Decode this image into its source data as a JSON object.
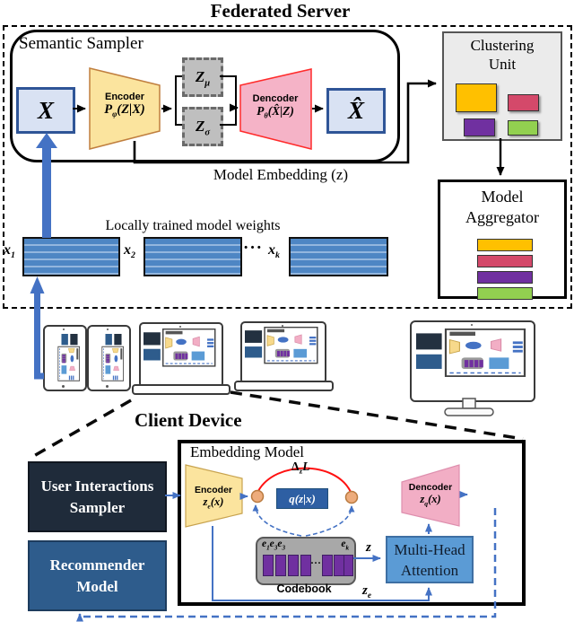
{
  "colors": {
    "arrow_blue": "#4472C4",
    "encoder_yellow": "#FBE49E",
    "decoder_pink": "#F5B3C7",
    "decoder_border_red": "#FF2B2B",
    "io_box_blue": "#D9E2F3",
    "io_border_blue": "#2F5597",
    "z_gray": "#BFBFBF",
    "cluster_yellow": "#FFC000",
    "cluster_crimson": "#D4496A",
    "cluster_purple": "#7030A0",
    "cluster_green": "#92D050",
    "sampler_dark": "#1F2B3A",
    "recommender_blue": "#2E5C8C",
    "q_box_blue": "#2E5FA3",
    "mha_blue": "#5B9BD5",
    "codebook_gray": "#A8A8A8",
    "loss_arc_red": "#FF1111",
    "node_orange": "#EDAC7C"
  },
  "server": {
    "title": "Federated Server",
    "sampler_label": "Semantic Sampler",
    "input": "X",
    "encoder": {
      "title": "Encoder",
      "base": "P",
      "sub": "φ",
      "args": "(Z|X)"
    },
    "z_mu": {
      "base": "Z",
      "sub": "μ"
    },
    "z_sigma": {
      "base": "Z",
      "sub": "σ"
    },
    "decoder": {
      "title": "Dencoder",
      "base": "P",
      "sub": "θ",
      "args": "(X̂|Z)"
    },
    "output": "X̂",
    "clustering": {
      "line1": "Clustering",
      "line2": "Unit"
    },
    "aggregator": {
      "line1": "Model",
      "line2": "Aggregator"
    },
    "embedding_label": "Model Embedding (z)",
    "weights_label": "Locally trained model weights",
    "weights": [
      {
        "base": "x",
        "sub": "1"
      },
      {
        "base": "x",
        "sub": "2"
      },
      {
        "base": "x",
        "sub": "k"
      }
    ],
    "weights_dots": "···"
  },
  "client": {
    "title": "Client Device",
    "embedding_label": "Embedding Model",
    "sampler": {
      "line1": "User Interactions",
      "line2": "Sampler"
    },
    "recommender": {
      "line1": "Recommender",
      "line2": "Model"
    },
    "encoder": {
      "title": "Encoder",
      "base": "z",
      "sub": "e",
      "args": "(x)"
    },
    "q_label": "q(z|x)",
    "delta": {
      "base": "Δ",
      "sub": "z",
      "tail": "L"
    },
    "codebook": {
      "label": "Codebook",
      "e_labels": [
        {
          "base": "e",
          "sub": "1"
        },
        {
          "base": "e",
          "sub": "3"
        },
        {
          "base": "e",
          "sub": "3"
        }
      ],
      "e_k": {
        "base": "e",
        "sub": "k"
      },
      "dots": "···"
    },
    "z_label": "z",
    "ze_label": {
      "base": "z",
      "sub": "e"
    },
    "mha": {
      "line1": "Multi-Head",
      "line2": "Attention"
    },
    "decoder": {
      "title": "Dencoder",
      "base": "z",
      "sub": "q",
      "args": "(x)"
    }
  }
}
